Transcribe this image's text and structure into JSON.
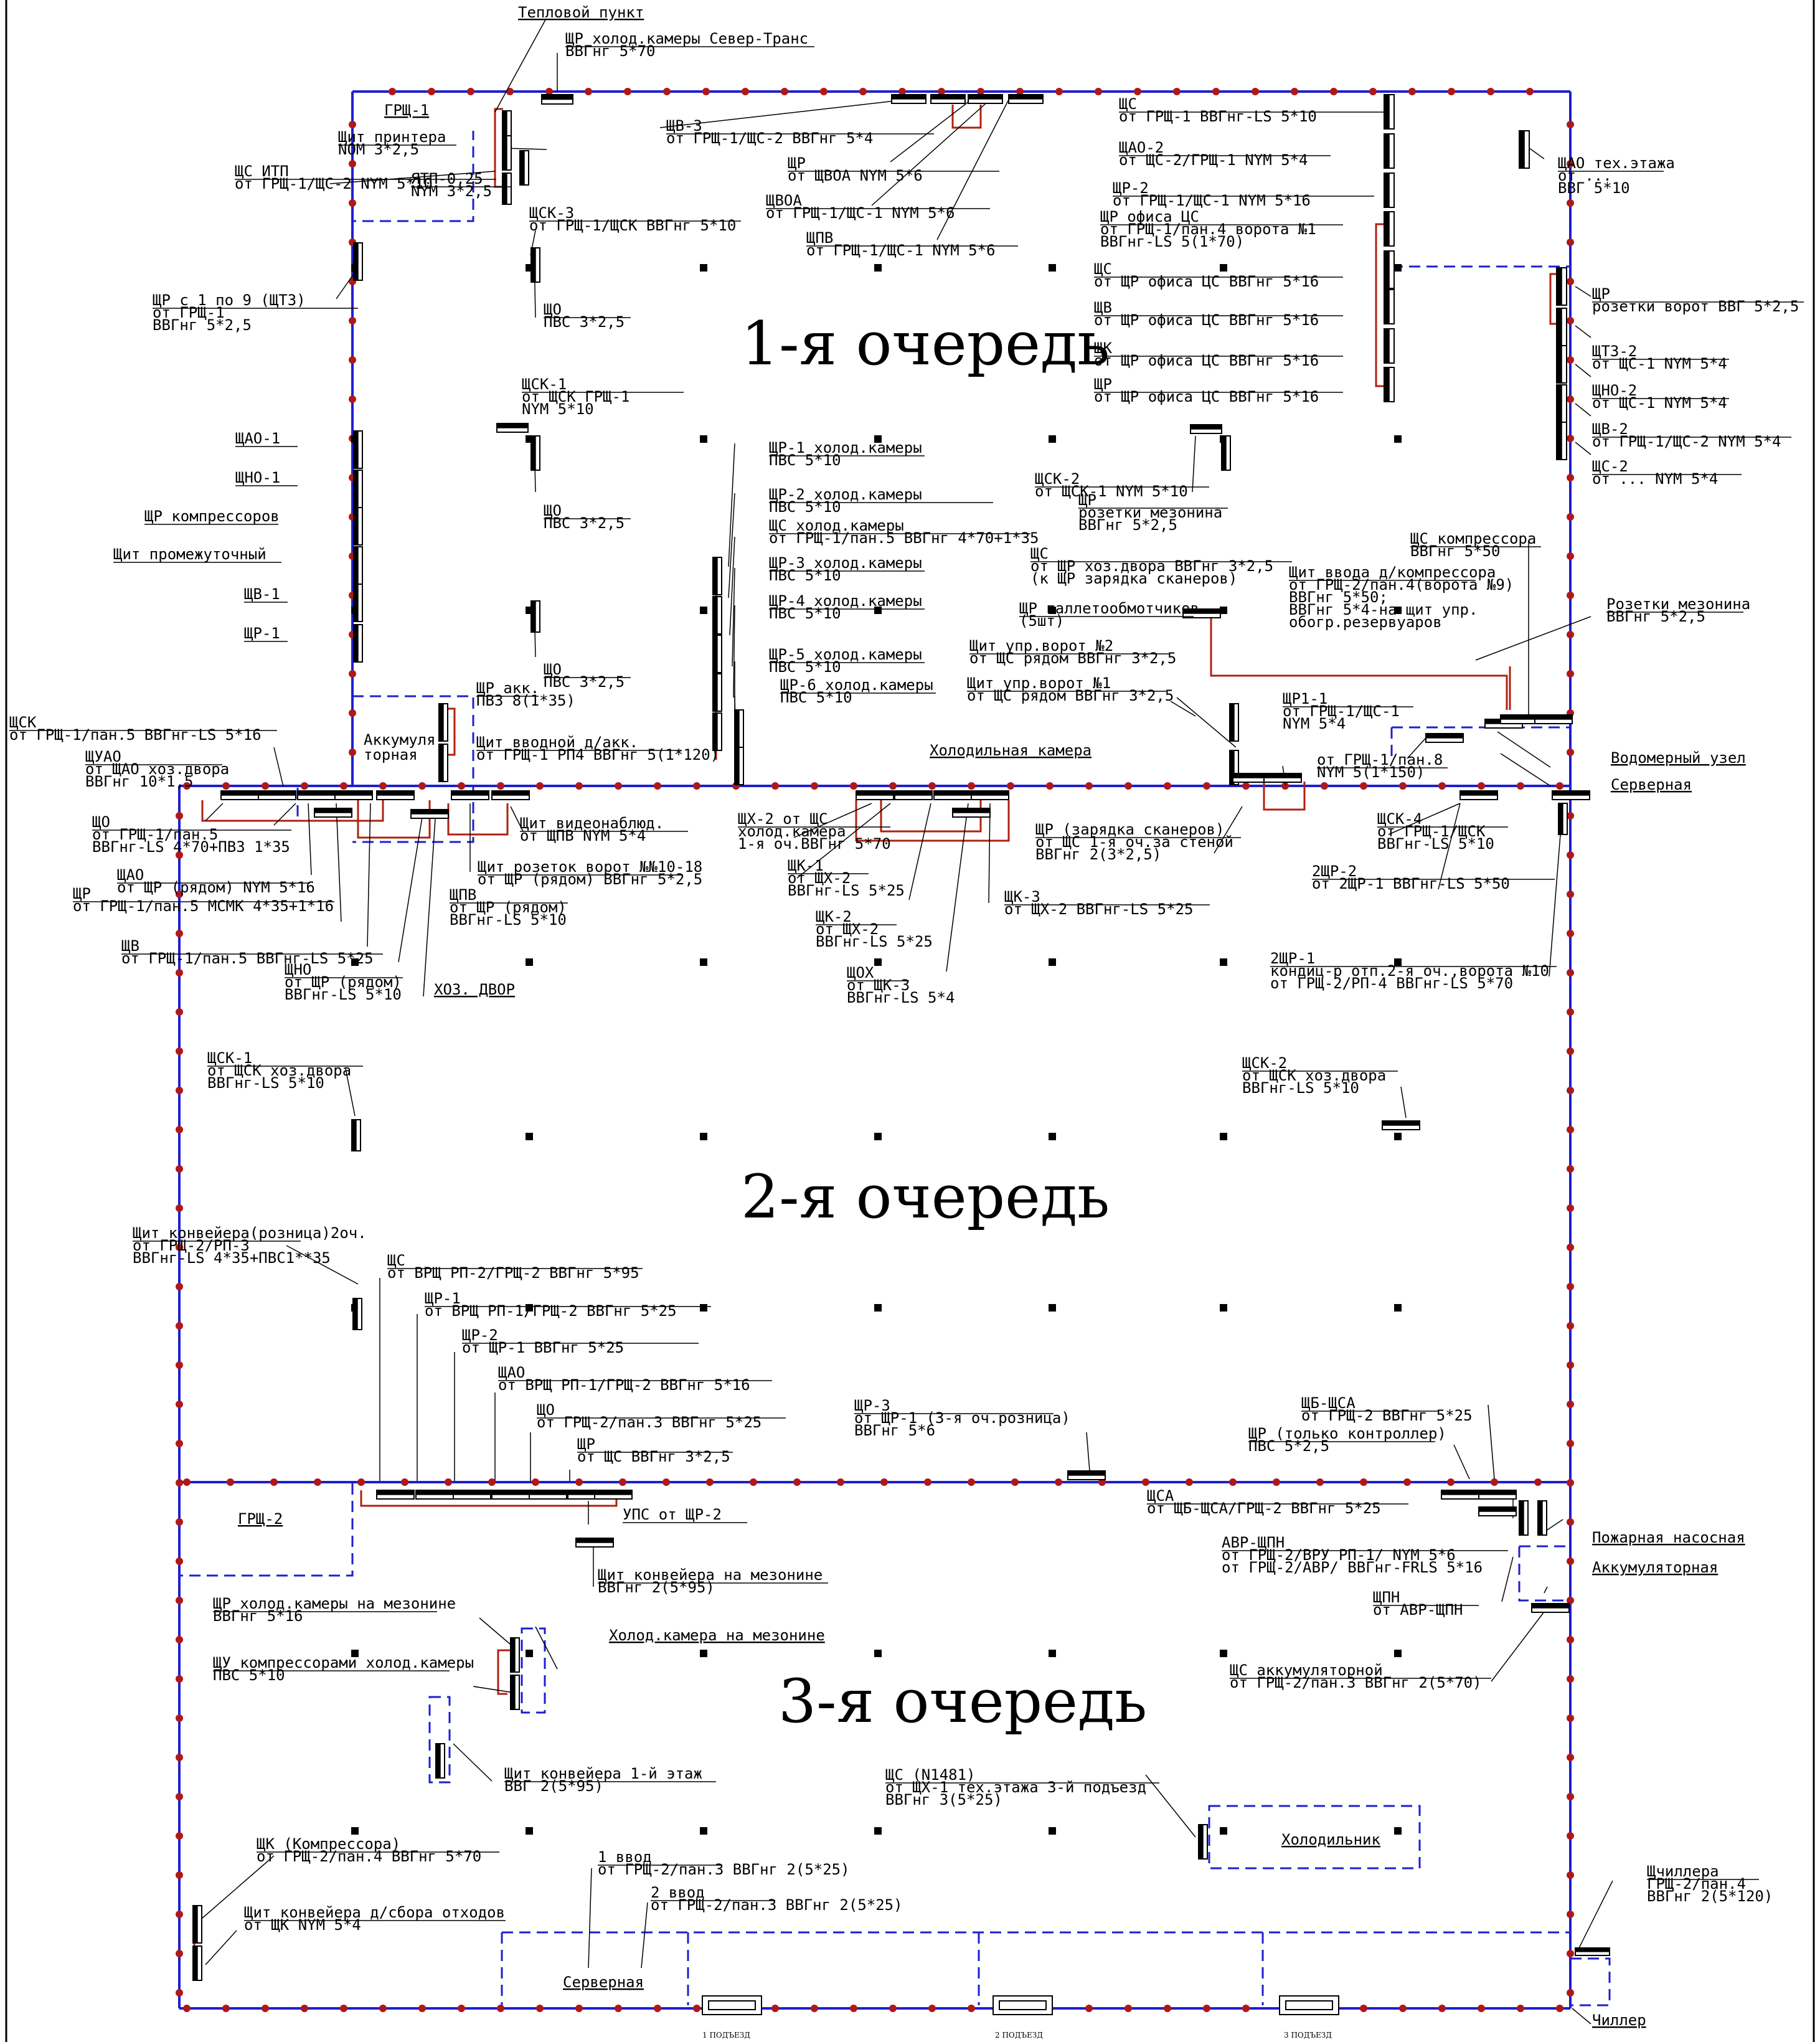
{
  "colors": {
    "wall": "#1f1fd0",
    "column": "#b01818",
    "cable": "#b02010",
    "panel": "#000000",
    "leader": "#000000"
  },
  "zones": {
    "q1": "1-я очередь",
    "q2": "2-я очередь",
    "q3": "3-я очередь"
  },
  "rooms": {
    "grsch1": "ГРЩ-1",
    "grsch2": "ГРЩ-2",
    "akk1a": "Аккумуля-",
    "akk1b": "торная",
    "teplo": "Тепловой пункт",
    "holod_kamera": "Холодильная камера",
    "vodomer": "Водомерный узел",
    "servernaya1": "Серверная",
    "pozhar": "Пожарная насосная",
    "akk2": "Аккумуляторная",
    "holod_mez": "Холод.камера на мезонине",
    "holodilnik": "Холодильник",
    "servernaya2": "Серверная",
    "chiller": "Чиллер",
    "hoz_dvor": "ХОЗ. ДВОР"
  },
  "entrances": [
    "1 ПОДЪЕЗД",
    "2 ПОДЪЕЗД",
    "3 ПОДЪЕЗД"
  ],
  "labels": [
    [
      "ЩР холод.камеры Север-Транс",
      "ВВГнг 5*70"
    ],
    [
      "Щит принтера",
      "NOM 3*2,5"
    ],
    [
      "ЩС ИТП",
      "от ГРЩ-1/ЩС-2 NYM 5*10"
    ],
    [
      "ЯТП-0,25",
      "NYM 3*2,5"
    ],
    [
      "ЩСК-3",
      "от ГРЩ-1/ЩСК ВВГнг 5*10"
    ],
    [
      "ЩВ-3",
      "от ГРЩ-1/ЩС-2 ВВГнг 5*4"
    ],
    [
      "ЩР",
      "от ЩВОА NYM 5*6"
    ],
    [
      "ЩВОА",
      "от ГРЩ-1/ЩС-1 NYM 5*6"
    ],
    [
      "ЩПВ",
      "от ГРЩ-1/ЩС-1 NYM 5*6"
    ],
    [
      "ЩС",
      "от ГРЩ-1 ВВГнг-LS 5*10"
    ],
    [
      "ЩАО-2",
      "от ЩС-2/ГРЩ-1 NYM 5*4"
    ],
    [
      "ЩР-2",
      "от ГРЩ-1/ЩС-1 NYM 5*16"
    ],
    [
      "ЩР офиса ЦС",
      "от ГРЩ-1/пан.4 ворота №1",
      "ВВГнг-LS 5(1*70)"
    ],
    [
      "ЩС",
      "от ЩР офиса ЦС ВВГнг 5*16"
    ],
    [
      "ЩВ",
      "от ЩР офиса ЦС ВВГнг 5*16"
    ],
    [
      "ЩК",
      "от ЩР офиса ЦС ВВГнг 5*16"
    ],
    [
      "ЩР",
      "от ЩР офиса ЦС ВВГнг 5*16"
    ],
    [
      "ЩАО тех.этажа",
      "от ...",
      "ВВГ 5*10"
    ],
    [
      "ЩР с 1 по 9 (ЩТ3)",
      "от ГРЩ-1",
      "ВВГнг 5*2,5"
    ],
    [
      "ЩО",
      "ПВС 3*2,5"
    ],
    [
      "ЩСК-1",
      "от ЩСК ГРЩ-1",
      "NYM 5*10"
    ],
    [
      "ЩО",
      "ПВС 3*2,5"
    ],
    [
      "ЩО",
      "ПВС 3*2,5"
    ],
    [
      "ЩР",
      "розетки ворот ВВГ 5*2,5"
    ],
    [
      "ЩТЗ-2",
      "от ЩС-1 NYM 5*4"
    ],
    [
      "ЩНО-2",
      "от ЩС-1 NYM 5*4"
    ],
    [
      "ЩВ-2",
      "от ГРЩ-1/ЩС-2 NYM 5*4"
    ],
    [
      "ЩС-2",
      "от ... NYM 5*4"
    ],
    [
      "ЩАО-1"
    ],
    [
      "ЩНО-1"
    ],
    [
      "ЩР компрессоров"
    ],
    [
      "Щит промежуточный"
    ],
    [
      "ЩВ-1"
    ],
    [
      "ЩР-1"
    ],
    [
      "ЩР-1 холод.камеры",
      "ПВС 5*10"
    ],
    [
      "ЩР-2 холод.камеры",
      "ПВС 5*10"
    ],
    [
      "ЩС холод.камеры",
      "от ГРЩ-1/пан.5 ВВГнг 4*70+1*35"
    ],
    [
      "ЩР-3 холод.камеры",
      "ПВС 5*10"
    ],
    [
      "ЩР-4 холод.камеры",
      "ПВС 5*10"
    ],
    [
      "ЩР-5 холод.камеры",
      "ПВС 5*10"
    ],
    [
      "ЩР-6 холод.камеры",
      "ПВС 5*10"
    ],
    [
      "ЩСК-2",
      "от ЩСК-1 NYM 5*10"
    ],
    [
      "ЩР",
      "розетки мезонина",
      "ВВГнг 5*2,5"
    ],
    [
      "ЩС",
      "от ЩР хоз.двора ВВГнг 3*2,5",
      "(к ЩР зарядка сканеров)"
    ],
    [
      "ЩР паллетообмотчиков",
      "(5шт)"
    ],
    [
      "ЩС компрессора",
      "ВВГнг 5*50"
    ],
    [
      "Щит ввода д/компрессора",
      "от ГРЩ-2/пан.4(ворота №9)",
      "ВВГнг 5*50;",
      "ВВГнг 5*4-на щит упр.",
      "обогр.резервуаров"
    ],
    [
      "Розетки мезонина",
      "ВВГнг 5*2,5"
    ],
    [
      "Щит упр.ворот №2",
      "от ЩС рядом ВВГнг 3*2,5"
    ],
    [
      "Щит упр.ворот №1",
      "от ЩС рядом ВВГнг 3*2,5"
    ],
    [
      "ЩР1-1",
      "от ГРЩ-1/ЩС-1",
      "NYM 5*4"
    ],
    [
      "от ГРЩ-1/пан.8",
      "NYM 5(1*150)"
    ],
    [
      "ЩР акк.",
      "ПВЗ 8(1*35)"
    ],
    [
      "Щит вводной д/акк.",
      "от ГРЩ-1 РП4 ВВГнг 5(1*120)"
    ],
    [
      "ЩСК",
      "от ГРЩ-1/пан.5 ВВГнг-LS 5*16"
    ],
    [
      "ЩУАО",
      "от ЩАО хоз.двора",
      "ВВГнг 10*1,5"
    ],
    [
      "ЩО",
      "от ГРЩ-1/пан.5",
      "ВВГнг-LS 4*70+ПВЗ 1*35"
    ],
    [
      "ЩАО",
      "от ЩР (рядом) NYM 5*16"
    ],
    [
      "ЩР",
      "от ГРЩ-1/пан.5 МСМК 4*35+1*16"
    ],
    [
      "ЩВ",
      "от ГРЩ-1/пан.5 ВВГнг-LS 5*25"
    ],
    [
      "ЩНО",
      "от ЩР (рядом)",
      "ВВГнг-LS 5*10"
    ],
    [
      "ЩПВ",
      "от ЩР (рядом)",
      "ВВГнг-LS 5*10"
    ],
    [
      "Щит розеток ворот №№10-18",
      "от ЩР (рядом) ВВГнг 5*2,5"
    ],
    [
      "Щит видеонаблюд.",
      "от ЩПВ NYM 5*4"
    ],
    [
      "ЩХ-2 от ЩС",
      "холод.камера",
      "1-я оч.ВВГнг 5*70"
    ],
    [
      "ЩК-1",
      "от ЩХ-2",
      "ВВГнг-LS 5*25"
    ],
    [
      "ЩК-2",
      "от ЩХ-2",
      "ВВГнг-LS 5*25"
    ],
    [
      "ЩОХ",
      "от ЩК-3",
      "ВВГнг-LS 5*4"
    ],
    [
      "ЩК-3",
      "от ЩХ-2 ВВГнг-LS 5*25"
    ],
    [
      "ЩР (зарядка сканеров)",
      "от ЩС 1-я оч.за стеной",
      "ВВГнг 2(3*2,5)"
    ],
    [
      "ЩСК-4",
      "от ГРЩ-1/ЩСК",
      "ВВГнг-LS 5*10"
    ],
    [
      "2ЩР-2",
      "от 2ЩР-1 ВВГнг-LS 5*50"
    ],
    [
      "2ЩР-1",
      "кондиц-р отп.2-я оч.,ворота №10",
      "от ГРЩ-2/РП-4 ВВГнг-LS 5*70"
    ],
    [
      "ЩСК-1",
      "от ЩСК хоз.двора",
      "ВВГнг-LS 5*10"
    ],
    [
      "ЩСК-2",
      "от ЩСК хоз.двора",
      "ВВГнг-LS 5*10"
    ],
    [
      "Щит конвейера(розница)2оч.",
      "от ГРЩ-2/РП-3",
      "ВВГнг-LS 4*35+ПВС1**35"
    ],
    [
      "ЩС",
      "от ВРЩ РП-2/ГРЩ-2 ВВГнг 5*95"
    ],
    [
      "ЩР-1",
      "от ВРЩ РП-1/ГРЩ-2 ВВГнг 5*25"
    ],
    [
      "ЩР-2",
      "от ЩР-1 ВВГнг 5*25"
    ],
    [
      "ЩАО",
      "от ВРЩ РП-1/ГРЩ-2 ВВГнг 5*16"
    ],
    [
      "ЩО",
      "от ГРЩ-2/пан.3 ВВГнг 5*25"
    ],
    [
      "ЩР",
      "от ЩС ВВГнг 3*2,5"
    ],
    [
      "УПС от ЩР-2"
    ],
    [
      "Щит конвейера на мезонине",
      "ВВГнг 2(5*95)"
    ],
    [
      "ЩР-3",
      "от ЩР-1 (3-я оч.розница)",
      "ВВГнг 5*6"
    ],
    [
      "ЩБ-ЩСА",
      "от ГРЩ-2 ВВГнг 5*25"
    ],
    [
      "ЩР (только контроллер)",
      "ПВС 5*2,5"
    ],
    [
      "ЩСА",
      "от ЩБ-ЩСА/ГРЩ-2 ВВГнг 5*25"
    ],
    [
      "АВР-ЩПН",
      "от ГРЩ-2/ВРУ РП-1/ NYM 5*6",
      "от ГРЩ-2/АВР/ ВВГнг-FRLS 5*16"
    ],
    [
      "ЩПН",
      "от АВР-ЩПН"
    ],
    [
      "ЩС аккумуляторной",
      "от ГРЩ-2/пан.3 ВВГнг 2(5*70)"
    ],
    [
      "ЩР холод.камеры на мезонине",
      "ВВГнг 5*16"
    ],
    [
      "ЩУ компрессорами холод.камеры",
      "ПВС 5*10"
    ],
    [
      "Щит конвейера 1-й этаж",
      "ВВГ 2(5*95)"
    ],
    [
      "ЩС (N1481)",
      "от ЩХ-1 тех.этажа 3-й подъезд",
      "ВВГнг 3(5*25)"
    ],
    [
      "ЩК (Компрессора)",
      "от ГРЩ-2/пан.4 ВВГнг 5*70"
    ],
    [
      "Щит конвейера д/сбора отходов",
      "от ЩК NYM 5*4"
    ],
    [
      "1 ввод",
      "от ГРЩ-2/пан.3 ВВГнг 2(5*25)"
    ],
    [
      "2 ввод",
      "от ГРЩ-2/пан.3 ВВГнг 2(5*25)"
    ],
    [
      "Щчиллера",
      "ГРЩ-2/пан.4",
      "ВВГнг 2(5*120)"
    ]
  ]
}
